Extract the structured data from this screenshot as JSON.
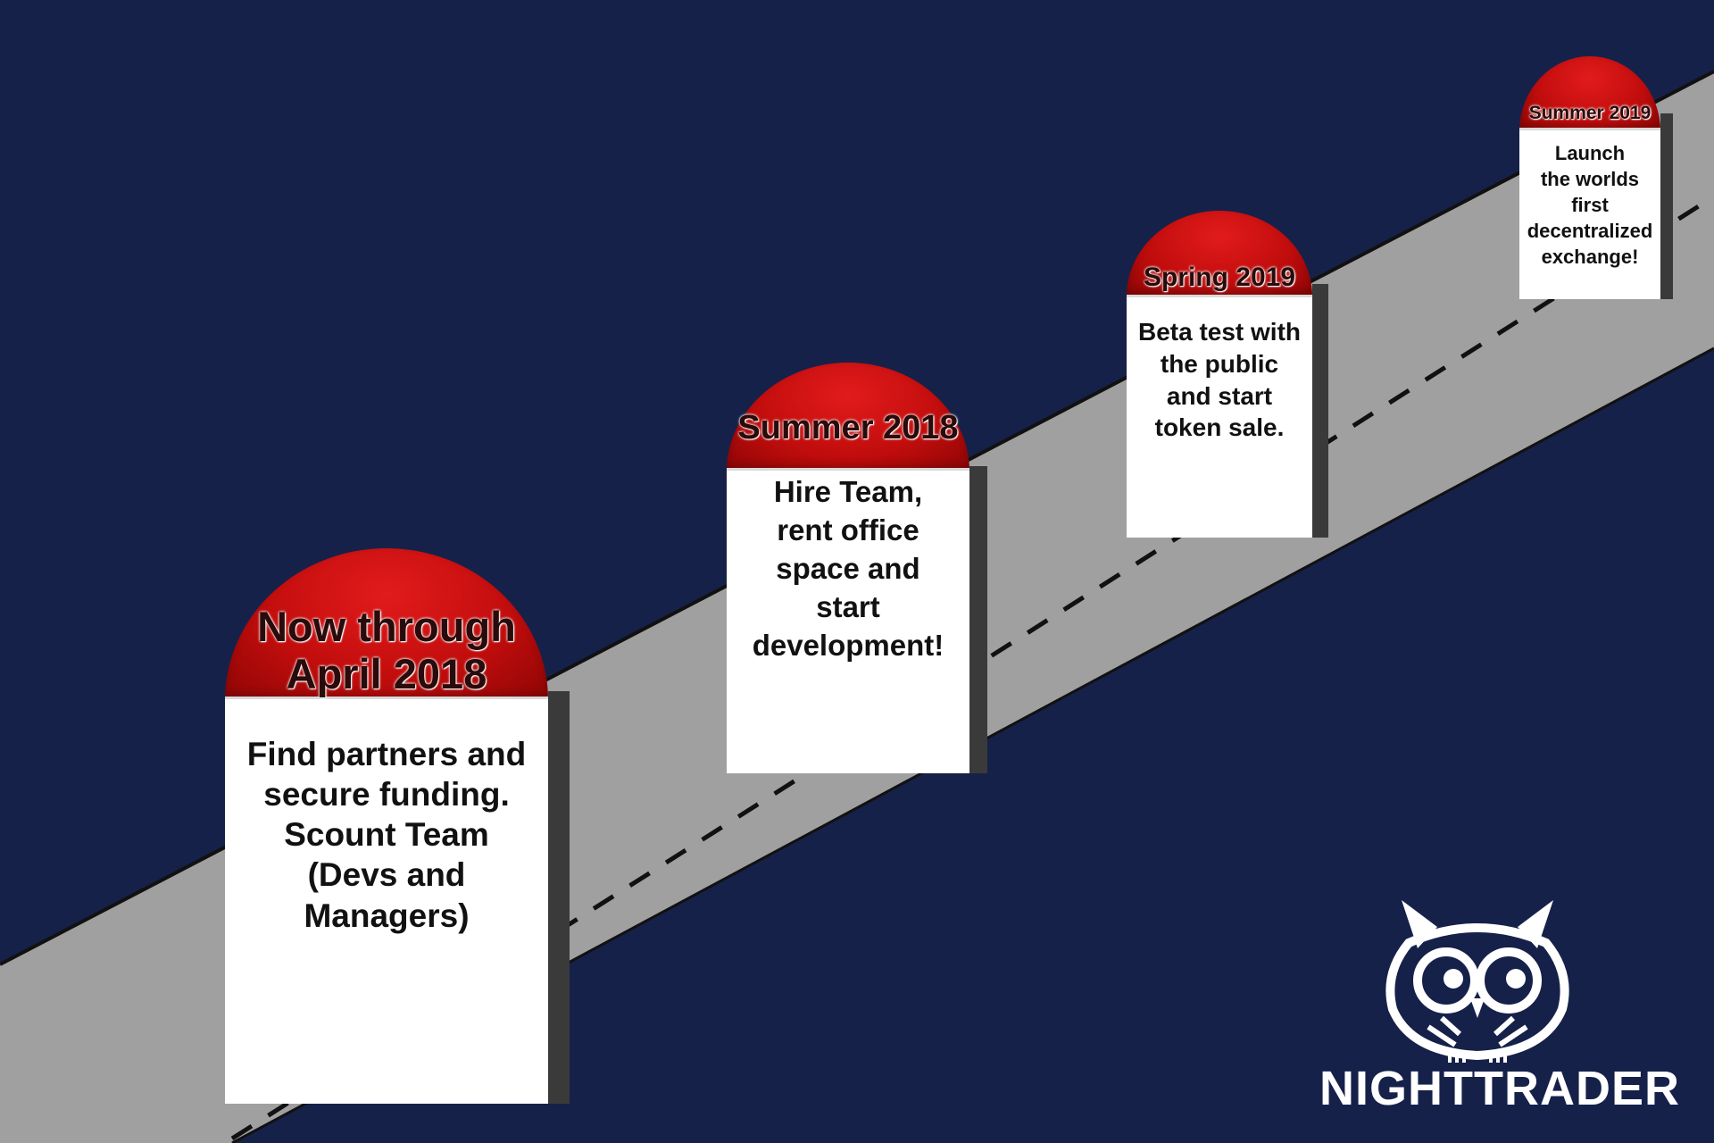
{
  "colors": {
    "background": "#16214a",
    "road": "#a0a0a0",
    "road_edge": "#111111",
    "lane_marking": "#111111",
    "cap_red": "#c20d0d",
    "stone_white": "#ffffff",
    "logo": "#ffffff"
  },
  "milestones": [
    {
      "title_lines": [
        "Now through",
        "April 2018"
      ],
      "text_lines": [
        "Find partners and",
        "secure funding.",
        "Scount Team",
        "(Devs and",
        "Managers)"
      ]
    },
    {
      "title_lines": [
        "Summer 2018"
      ],
      "text_lines": [
        "Hire Team,",
        "rent office",
        "space and",
        "start",
        "development!"
      ]
    },
    {
      "title_lines": [
        "Spring 2019"
      ],
      "text_lines": [
        "Beta test with",
        "the public",
        "and start",
        "token sale."
      ]
    },
    {
      "title_lines": [
        "Summer 2019"
      ],
      "text_lines": [
        "Launch",
        "the worlds",
        "first",
        "decentralized",
        "exchange!"
      ]
    }
  ],
  "logo": {
    "icon": "owl-icon",
    "text": "NIGHTTRADER"
  }
}
